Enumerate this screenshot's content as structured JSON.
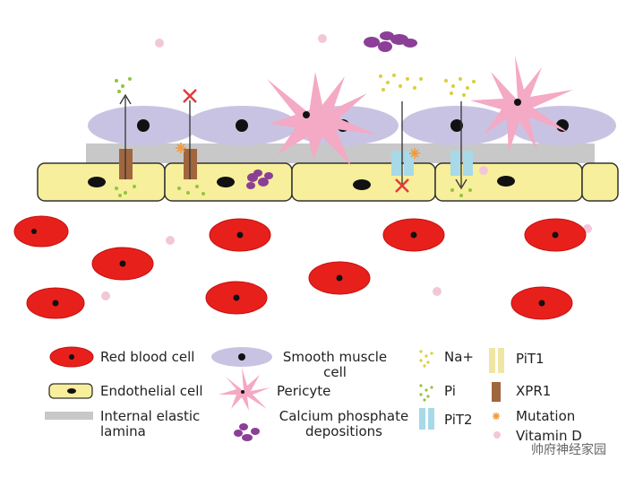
{
  "legend": {
    "rbc": "Red blood cell",
    "smooth_muscle": "Smooth muscle cell",
    "na": "Na+",
    "pit1": "PiT1",
    "endothelial": "Endothelial cell",
    "pericyte": "Pericyte",
    "pi": "Pi",
    "xpr1": "XPR1",
    "elastic": "Internal elastic lamina",
    "calcium": "Calcium phosphate depositions",
    "pit2": "PiT2",
    "mutation": "Mutation",
    "vitamin_d": "Vitamin D"
  },
  "watermark": "帅府神经家园",
  "colors": {
    "rbc": "#e8201c",
    "rbc_outline": "#d01010",
    "endothelial": "#f7ef9b",
    "smooth_muscle": "#c9c3e3",
    "elastic": "#c8c8c8",
    "pericyte": "#f4a9c4",
    "calcium": "#8b3f96",
    "na": "#d9cf3a",
    "pi": "#8fc63f",
    "pit1": "#f0e6a3",
    "xpr1": "#a0663e",
    "pit2": "#a7d9e8",
    "mutation": "#f39a3a",
    "vitamin_d": "#f2c7d8",
    "block_x": "#e13a3a"
  }
}
